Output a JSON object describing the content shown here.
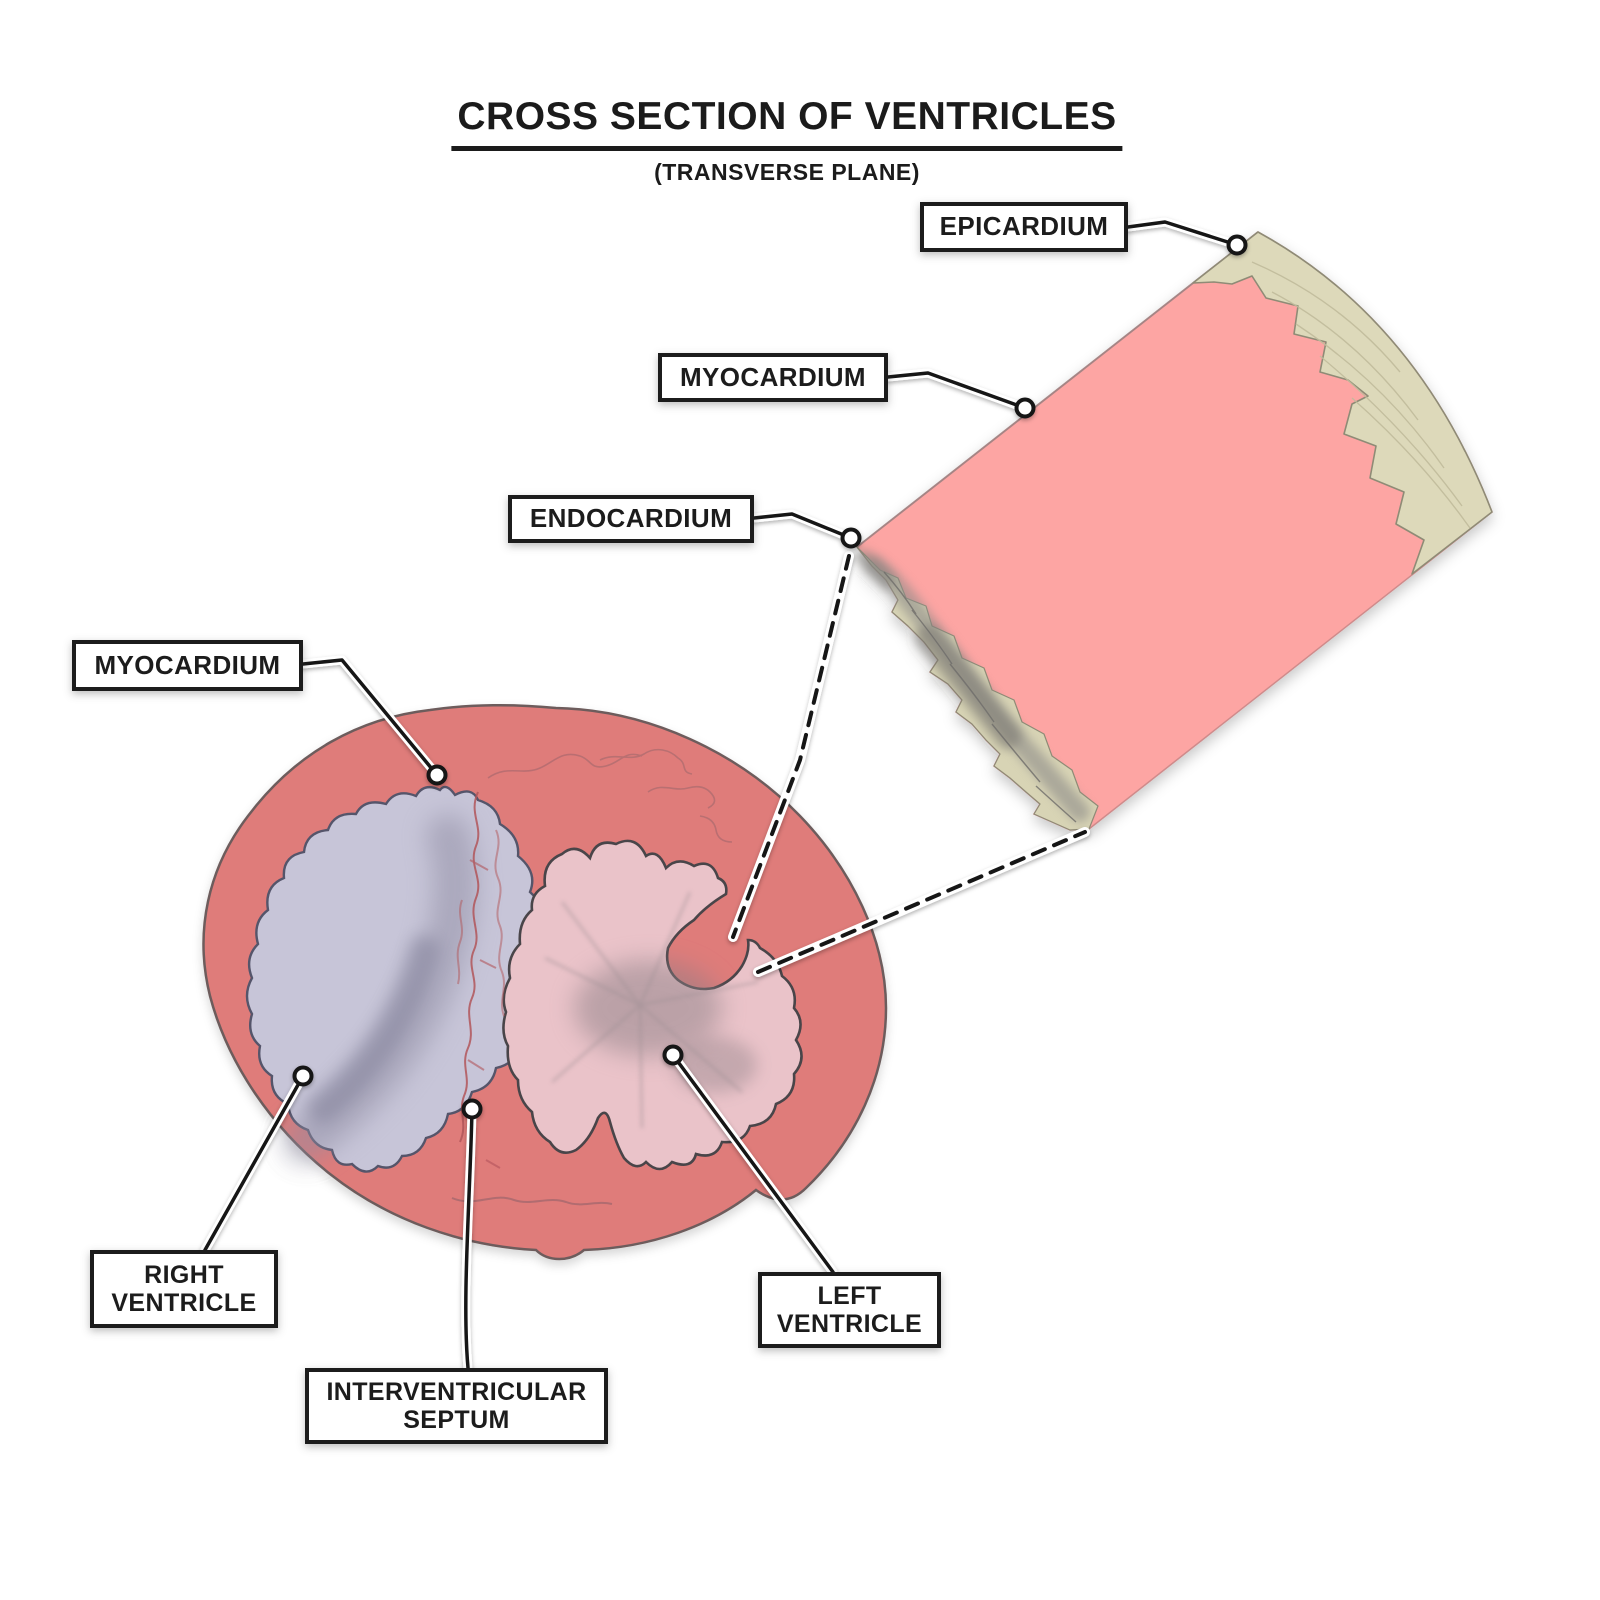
{
  "title": {
    "main": "CROSS SECTION OF VENTRICLES",
    "subtitle": "(TRANSVERSE PLANE)"
  },
  "labels": [
    {
      "id": "epicardium",
      "text": "EPICARDIUM"
    },
    {
      "id": "myocardium-upper",
      "text": "MYOCARDIUM"
    },
    {
      "id": "endocardium",
      "text": "ENDOCARDIUM"
    },
    {
      "id": "myocardium-lower",
      "text": "MYOCARDIUM"
    },
    {
      "id": "right-ventricle",
      "text": "RIGHT\nVENTRICLE"
    },
    {
      "id": "interventricular-septum",
      "text": "INTERVENTRICULAR\nSEPTUM"
    },
    {
      "id": "left-ventricle",
      "text": "LEFT\nVENTRICLE"
    }
  ],
  "colors": {
    "background": "#ffffff",
    "heart_muscle": "#df7b7a",
    "right_ventricle_cavity": "#c7c5d8",
    "left_ventricle_cavity": "#eac3c9",
    "wall_segment_myocardium": "#fda5a3",
    "epicardium_layer": "#ddd9ba",
    "endocardium_layer": "#d8d4b5",
    "label_border": "#1c1c1c"
  }
}
